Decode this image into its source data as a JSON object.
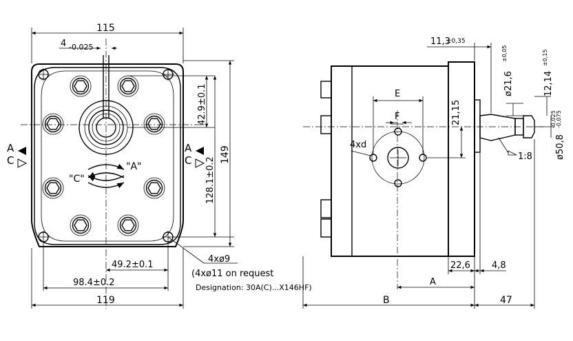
{
  "front_view": {
    "dims": {
      "top_width": "115",
      "key_width": "4",
      "key_tol": "-0.025",
      "shaft_offset": "42.9±0.1",
      "bolt_vertical": "128.1±0.2",
      "height": "149",
      "half_bolt_horizontal": "49.2±0.1",
      "bolt_horizontal": "98.4±0.2",
      "bottom_width": "119"
    },
    "holes_label": "4xø9",
    "holes_note": "(4xø11 on request",
    "designation": "Designation: 30A(C)...X146HF)",
    "rotation": {
      "label_c": "\"C\"",
      "label_a": "\"A\""
    },
    "port_left": {
      "a": "A",
      "c": "C"
    },
    "port_right": {
      "a": "A",
      "c": "C"
    }
  },
  "side_view": {
    "dims": {
      "flange_offset": "11,3",
      "flange_offset_tol": "±0,35",
      "shaft_dia": "ø21,6",
      "shaft_dia_tol": "±0,05",
      "nut_len": "12,14",
      "nut_len_tol": "±0,15",
      "e_label": "E",
      "f_label": "F",
      "port_holes": "4xd",
      "port_offset": "21,15",
      "pilot_dia": "ø50,8",
      "pilot_tol_upper": "-0,025",
      "pilot_tol_lower": "-0,075",
      "taper": "1:8",
      "flange_thickness": "22,6",
      "pilot_len": "4,8",
      "a_label": "A",
      "b_label": "B",
      "shaft_len": "47"
    }
  }
}
